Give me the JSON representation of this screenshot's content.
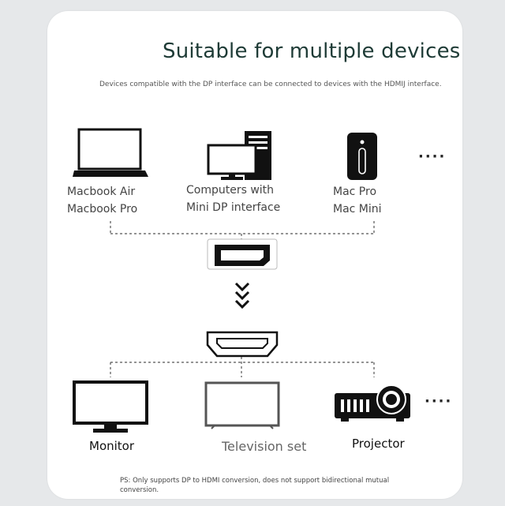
{
  "header": {
    "title": "Suitable for multiple devices",
    "subtitle": "Devices compatible with the DP interface can be connected to devices with the HDMIJ interface."
  },
  "sources": [
    {
      "line1": "Macbook Air",
      "line2": "Macbook Pro",
      "icon": "laptop-icon"
    },
    {
      "line1": "Computers with",
      "line2": "Mini DP interface",
      "icon": "desktop-computer-icon"
    },
    {
      "line1": "Mac Pro",
      "line2": "Mac Mini",
      "icon": "mac-pro-icon"
    }
  ],
  "more_indicator": "····",
  "connectors": {
    "top": "displayport-connector-icon",
    "arrow": "triple-chevron-down-icon",
    "bottom": "hdmi-connector-icon"
  },
  "targets": [
    {
      "label": "Monitor",
      "icon": "monitor-icon"
    },
    {
      "label": "Television set",
      "icon": "television-icon"
    },
    {
      "label": "Projector",
      "icon": "projector-icon"
    }
  ],
  "footnote": "PS: Only supports DP to HDMI conversion, does not support bidirectional mutual conversion."
}
